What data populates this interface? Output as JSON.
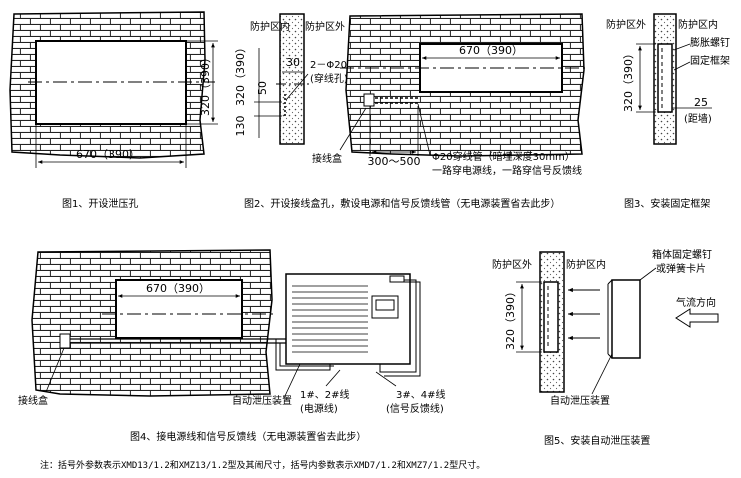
{
  "fig1": {
    "caption": "图1、开设泄压孔",
    "dim_width": "670（390）",
    "dim_height": "320（390）"
  },
  "fig2": {
    "caption": "图2、开设接线盒孔，敷设电源和信号反馈线管（无电源装置省去此步）",
    "outside_label": "防护区内",
    "inside_label": "防护区外",
    "hole_label": "2－Φ20",
    "hole_sub": "(穿线孔)",
    "dim_30": "30",
    "dim_50": "50",
    "dim_130": "130",
    "dim_left_h": "320（390）",
    "dim_width": "670（390）",
    "dim_300_500": "300～500",
    "junction_box": "接线盒",
    "pipe_line1": "Φ20穿线管（暗埋深度30mm）",
    "pipe_line2": "一路穿电源线，一路穿信号反馈线"
  },
  "fig3": {
    "caption": "图3、安装固定框架",
    "outside_label": "防护区外",
    "inside_label": "防护区内",
    "bolt_label": "膨胀螺钉",
    "frame_label": "固定框架",
    "dim_h": "320（390）",
    "dim_25": "25",
    "dim_25_sub": "(距墙)"
  },
  "fig4": {
    "caption": "图4、接电源线和信号反馈线（无电源装置省去此步）",
    "dim_width": "670（390）",
    "junction_box": "接线盒",
    "device": "自动泄压装置",
    "wires_power": "1#、2#线",
    "wires_power_sub": "(电源线)",
    "wires_signal": "3#、4#线",
    "wires_signal_sub": "(信号反馈线)"
  },
  "fig5": {
    "caption": "图5、安装自动泄压装置",
    "outside_label": "防护区外",
    "inside_label": "防护区内",
    "dim_h": "320（390）",
    "screw_label1": "箱体固定螺钉",
    "screw_label2": "或弹簧卡片",
    "airflow": "气流方向",
    "device": "自动泄压装置"
  },
  "note": "注：括号外参数表示XMD13/1.2和XMZ13/1.2型及其闹尺寸，括号内参数表示XMD7/1.2和XMZ7/1.2型尺寸。"
}
